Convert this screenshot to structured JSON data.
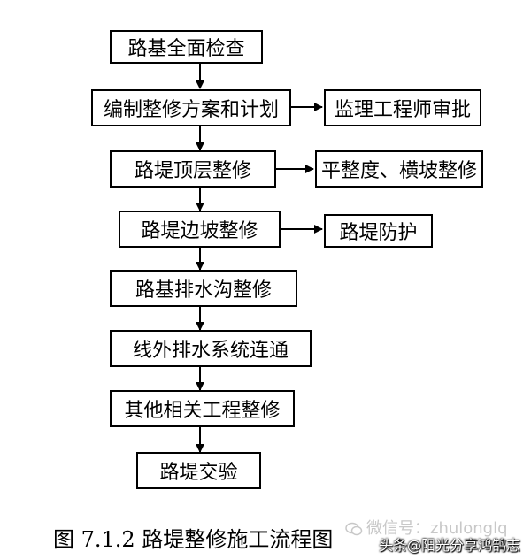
{
  "flowchart": {
    "steps": [
      "路基全面检查",
      "编制整修方案和计划",
      "路堤顶层整修",
      "路堤边坡整修",
      "路基排水沟整修",
      "线外排水系统连通",
      "其他相关工程整修",
      "路堤交验"
    ],
    "side_steps": [
      "监理工程师审批",
      "平整度、横坡整修",
      "路堤防护"
    ]
  },
  "caption": "图 7.1.2  路堤整修施工流程图",
  "watermark": "微信号：zhulonglq",
  "source": "头条@阳光分享鸿鹄志",
  "colors": {
    "line": "#000000",
    "watermark": "#c8c8c8"
  }
}
